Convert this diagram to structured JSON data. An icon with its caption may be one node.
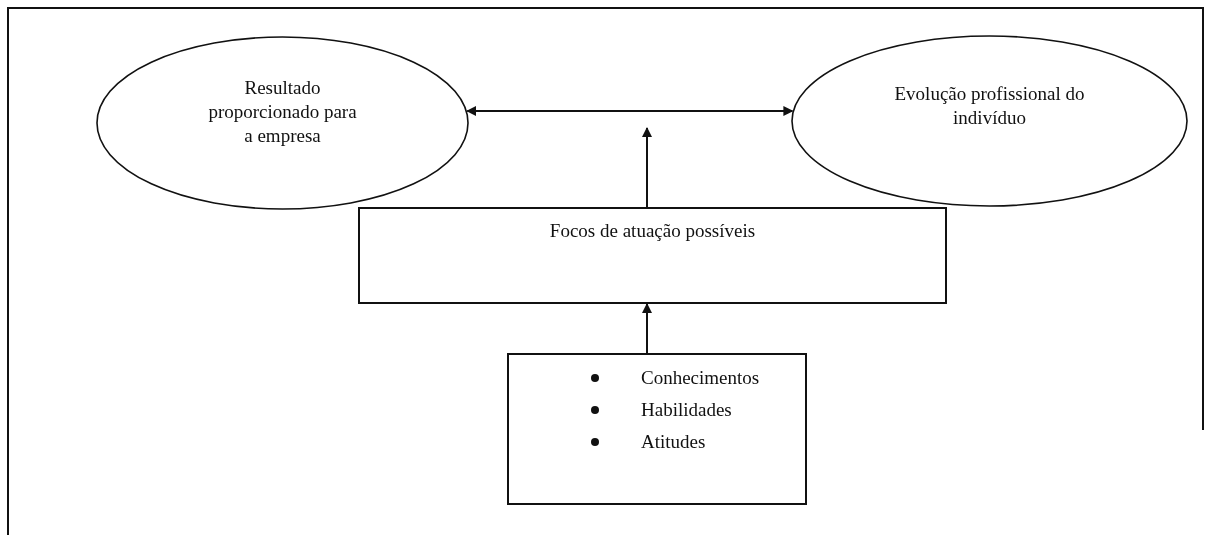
{
  "diagram": {
    "nodes": [
      {
        "text": [
          "Resultado proporcionado para a empresa"
        ]
      },
      {
        "text": [
          "Evolução profissional do indivíduo"
        ]
      },
      {
        "text": [
          "Focos de atuação possíveis"
        ]
      },
      {
        "text": [
          "Conhecimentos",
          "Habilidades",
          "Atitudes"
        ]
      }
    ],
    "edges": [
      {
        "from": 0,
        "to": 1,
        "arrow": "both"
      },
      {
        "from": 2,
        "to": null,
        "arrow": "to"
      },
      {
        "from": 3,
        "to": 2,
        "arrow": "to"
      }
    ]
  }
}
